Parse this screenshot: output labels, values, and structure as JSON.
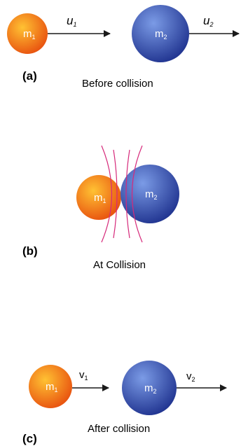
{
  "panels": [
    {
      "label": "(a)",
      "caption": "Before collision",
      "ball1": {
        "main": "m",
        "sub": "1"
      },
      "ball2": {
        "main": "m",
        "sub": "2"
      },
      "vel1": {
        "main": "u",
        "sub": "1"
      },
      "vel2": {
        "main": "u",
        "sub": "2"
      }
    },
    {
      "label": "(b)",
      "caption": "At Collision",
      "ball1": {
        "main": "m",
        "sub": "1"
      },
      "ball2": {
        "main": "m",
        "sub": "2"
      }
    },
    {
      "label": "(c)",
      "caption": "After collision",
      "ball1": {
        "main": "m",
        "sub": "1"
      },
      "ball2": {
        "main": "m",
        "sub": "2"
      },
      "vel1": {
        "main": "v",
        "sub": "1"
      },
      "vel2": {
        "main": "v",
        "sub": "2"
      }
    }
  ],
  "colors": {
    "ball1_light": "#ffc233",
    "ball1_dark": "#e8510f",
    "ball2_light": "#7b9be6",
    "ball2_dark": "#1c2f8c",
    "impact_lines": "#d6297a",
    "arrow": "#1a1a1a"
  }
}
